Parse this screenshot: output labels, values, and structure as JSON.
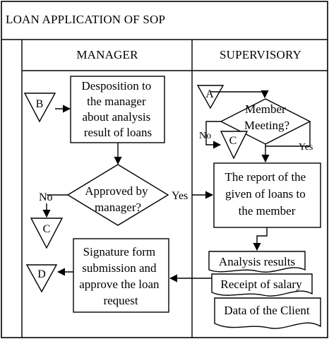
{
  "title": "LOAN APPLICATION OF SOP",
  "lanes": {
    "manager": "MANAGER",
    "supervisory": "SUPERVISORY"
  },
  "connectors": {
    "b": "B",
    "a": "A",
    "c_supervisory": "C",
    "c_manager": "C",
    "d": "D"
  },
  "process_desposition": [
    "Desposition to",
    "the manager",
    "about analysis",
    "result of loans"
  ],
  "decision_member": [
    "Member",
    "Meeting?"
  ],
  "decision_approved": [
    "Approved by",
    "manager?"
  ],
  "process_report": [
    "The report of the",
    "given of loans to",
    "the member"
  ],
  "process_signature": [
    "Signature form",
    "submission and",
    "approve the loan",
    "request"
  ],
  "documents": [
    "Analysis results",
    "Receipt of salary",
    "Data of the Client"
  ],
  "labels": {
    "no_member": "No",
    "yes_member": "Yes",
    "no_approved": "No",
    "yes_approved": "Yes"
  }
}
